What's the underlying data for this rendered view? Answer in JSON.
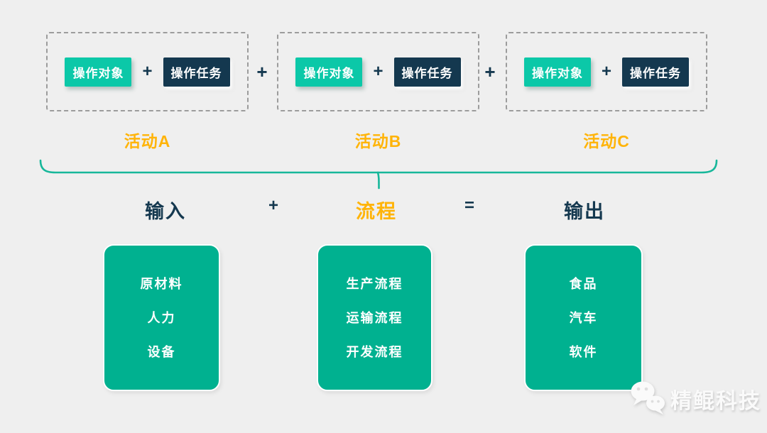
{
  "activities": [
    {
      "object": "操作对象",
      "inner_plus": "+",
      "task": "操作任务",
      "label": "活动A"
    },
    {
      "object": "操作对象",
      "inner_plus": "+",
      "task": "操作任务",
      "label": "活动B"
    },
    {
      "object": "操作对象",
      "inner_plus": "+",
      "task": "操作任务",
      "label": "活动C"
    }
  ],
  "separators": {
    "plus_ab": "+",
    "plus_bc": "+"
  },
  "equation": {
    "input": "输入",
    "plus": "+",
    "process": "流程",
    "equals": "=",
    "output": "输出"
  },
  "cards": [
    {
      "id": "inputs-card",
      "items": [
        "原材料",
        "人力",
        "设备"
      ]
    },
    {
      "id": "process-card",
      "items": [
        "生产流程",
        "运输流程",
        "开发流程"
      ]
    },
    {
      "id": "outputs-card",
      "items": [
        "食品",
        "汽车",
        "软件"
      ]
    }
  ],
  "watermark": {
    "brand": "精鲲科技",
    "icon": "wechat-chat-bubbles-icon"
  },
  "colors": {
    "background": "#efefef",
    "teal_chip": "#0bc8a8",
    "navy": "#14384f",
    "card_green": "#00b190",
    "accent_orange": "#ffb409",
    "brace_green": "#17b79a",
    "dashed_border": "#9c9c9c",
    "white": "#ffffff"
  }
}
